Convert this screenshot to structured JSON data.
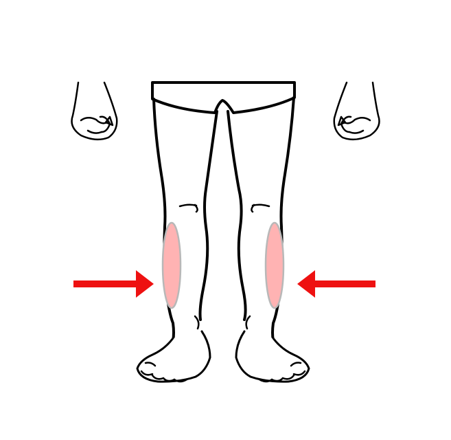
{
  "figure": {
    "subject": "legs-front-view",
    "colors": {
      "shorts": "#6fa0c6",
      "highlight_fill": "#ffb3b3",
      "highlight_stroke": "#b8b8b8",
      "arrow": "#ee1111",
      "outline": "#000000",
      "background": "#ffffff"
    },
    "highlights": [
      "left-shin-outer",
      "right-shin-outer"
    ],
    "arrows": [
      {
        "direction": "right",
        "target": "left-shin-outer"
      },
      {
        "direction": "left",
        "target": "right-shin-outer"
      }
    ]
  }
}
